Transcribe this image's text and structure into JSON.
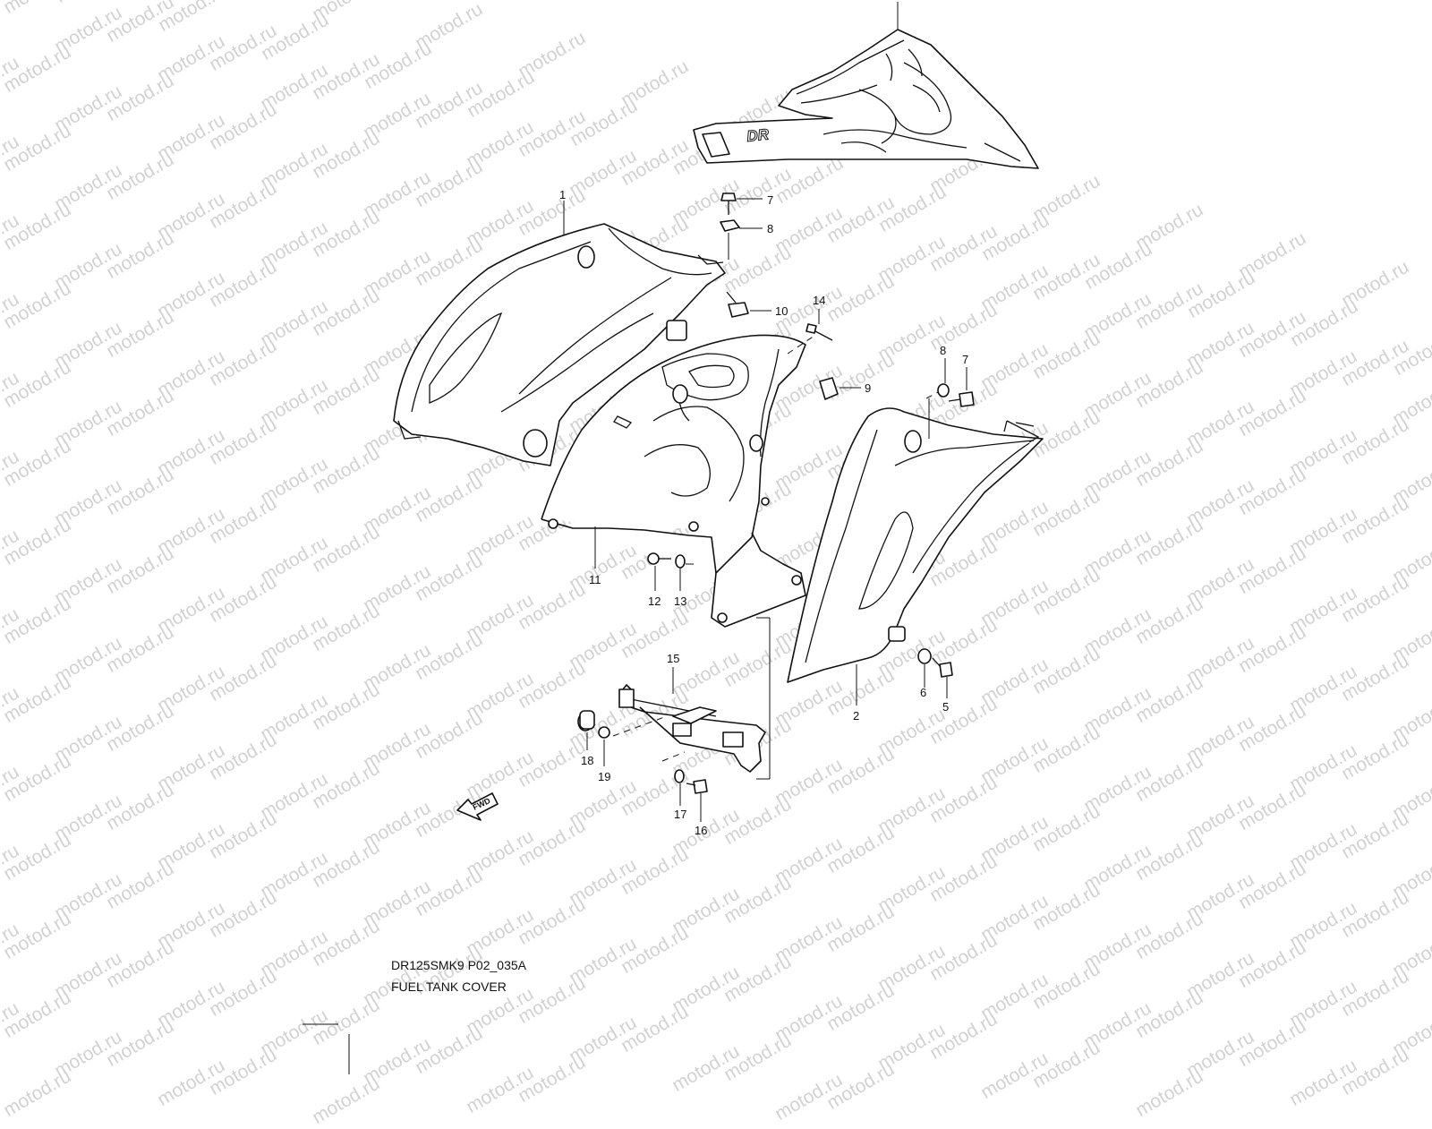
{
  "watermark": "motod.ru",
  "caption": {
    "code": "DR125SMK9 P02_035A",
    "name": "FUEL TANK COVER"
  },
  "fwd_label": "FWD",
  "logo_text": "DR",
  "part_labels": [
    "1",
    "2",
    "5",
    "6",
    "7",
    "7",
    "8",
    "8",
    "9",
    "10",
    "11",
    "12",
    "13",
    "14",
    "15",
    "16",
    "17",
    "18",
    "19"
  ],
  "colors": {
    "line": "#111111",
    "watermark": "#d2d2d2",
    "background": "#ffffff"
  }
}
